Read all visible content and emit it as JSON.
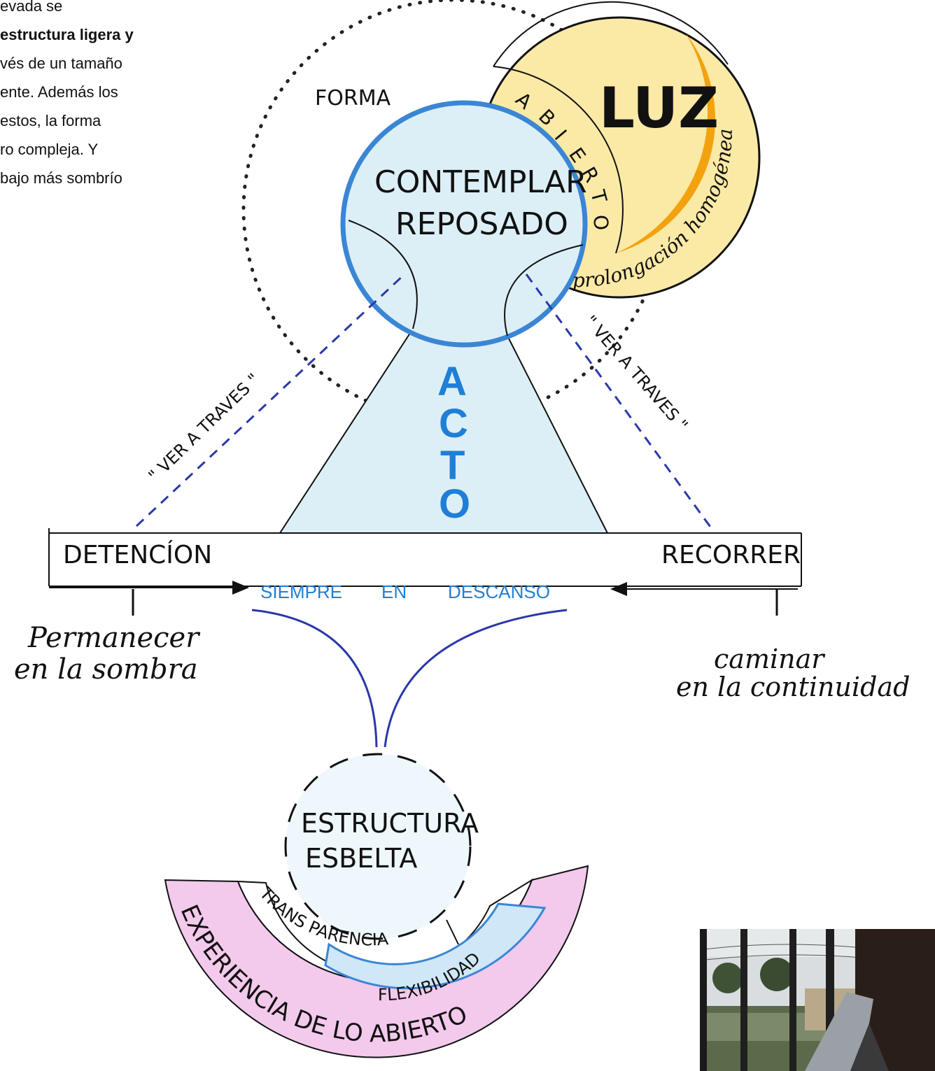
{
  "intro_text": {
    "line1": "evada se",
    "line2": "estructura ligera y",
    "line3": "vés de un tamaño",
    "line4": "ente. Además los",
    "line5": "estos, la forma",
    "line6": "ro compleja. Y",
    "line7": "bajo más sombrío"
  },
  "labels": {
    "forma": "FORMA",
    "luz": "LUZ",
    "abierto": [
      "A",
      "B",
      "I",
      "E",
      "R",
      "T",
      "O"
    ],
    "prolongacion": "prolongación homogénea",
    "contemplar": "CONTEMPLAR",
    "reposado": "REPOSADO",
    "acto": [
      "A",
      "C",
      "T",
      "O"
    ],
    "ver_left": "\" VER A TRAVES \"",
    "ver_right": "\" VER A TRAVES \"",
    "detencion": "DETENCÍON",
    "recorrer": "RECORRER",
    "siempre": "SIEMPRE",
    "en": "EN",
    "descanso": "DESCANSO",
    "permanecer_1": "Permanecer",
    "permanecer_2": "en la sombra",
    "caminar_1": "caminar",
    "caminar_2": "en la continuidad",
    "estructura": "ESTRUCTURA",
    "esbelta": "ESBELTA",
    "transparencia": "TRANS PARENCIA",
    "flexibilidad": "FLEXIBILIDAD",
    "experiencia": "EXPERIENCIA DE LO ABIERTO"
  },
  "colors": {
    "blue_outline": "#3b86d4",
    "blue_text": "#1f7fd6",
    "navy_line": "#2a39a8",
    "light_blue_fill": "#dceff7",
    "pink_fill": "#f3c9ec",
    "yellow_fill": "#fbe9a6",
    "orange": "#f3a20f"
  }
}
